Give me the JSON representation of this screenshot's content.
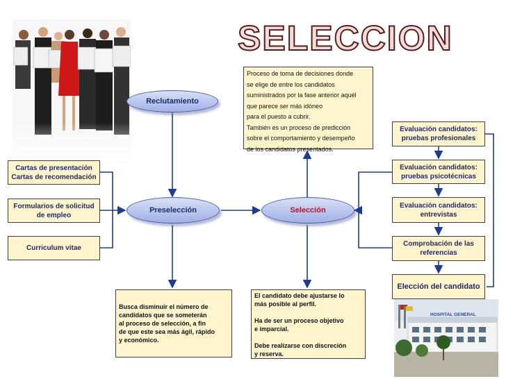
{
  "title": "SELECCION",
  "nodes": {
    "reclutamiento": "Reclutamiento",
    "preseleccion": "Preselección",
    "seleccion": "Selección"
  },
  "left_sources": [
    "Cartas de presentación\nCartas de recomendación",
    "Formularios de solicitud\nde empleo",
    "Curriculum vitae"
  ],
  "right_steps": [
    "Evaluación candidatos:\npruebas profesionales",
    "Evaluación candidatos:\npruebas psicotécnicas",
    "Evaluación candidatos:\nentrevistas",
    "Comprobación de las\nreferencias"
  ],
  "final_step": "Elección del candidato",
  "definition_text": "Proceso de toma de decisiones donde\nse elige de entre los candidatos\nsuministrados por la fase anterior aquél\nque parece ser más idóneo\npara el puesto a cubrir.\nTambién es un proceso de predicción\nsobre el comportamiento y desempeño\nde los candidatos presentados.",
  "preseleccion_note": "Busca disminuir el número de\ncandidatos que se someterán\nal proceso de selección, a fin\nde que este sea más ágil, rápido\ny económico.",
  "seleccion_notes": [
    "El candidato debe ajustarse lo\nmás posible al perfil.",
    "Ha de ser un proceso objetivo\ne imparcial.",
    "Debe realizarse con discreción\ny reserva."
  ],
  "hospital_sign": "HOSPITAL GENERAL",
  "colors": {
    "box_fill": "#fff4cc",
    "title_red": "#5a1a1a",
    "node_blue": "#9fb0e6",
    "selection_text": "#c0112a",
    "connector": "#1f3a93"
  },
  "images": [
    "people-reading-newspapers-photo",
    "hospital-building-photo"
  ]
}
